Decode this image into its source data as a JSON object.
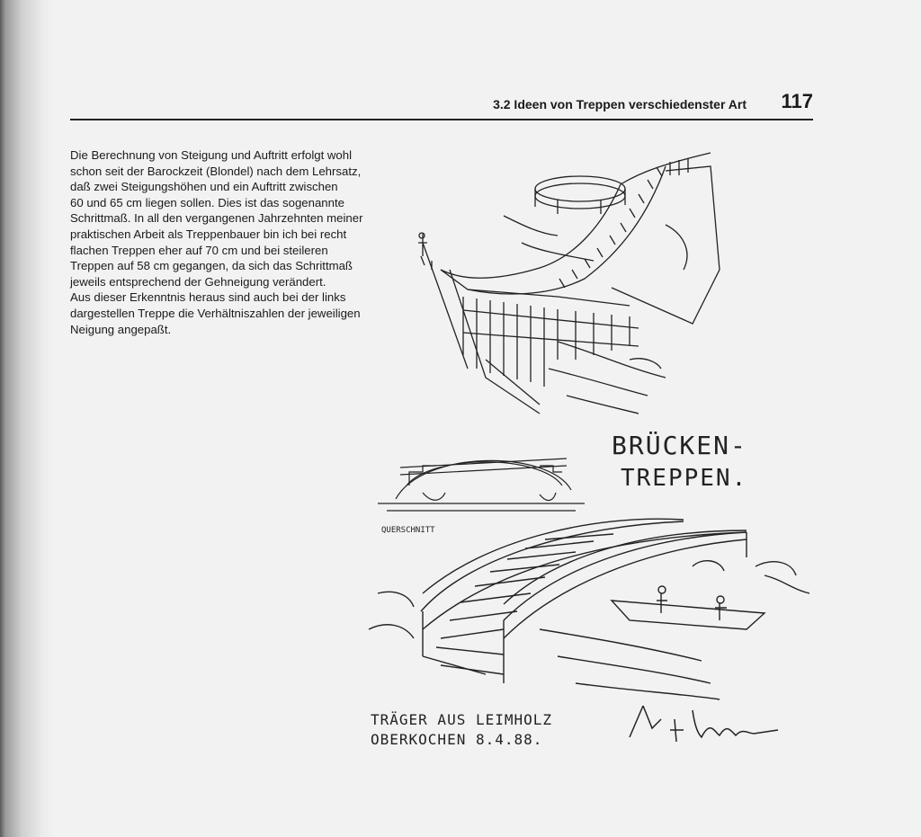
{
  "header": {
    "section_title": "3.2 Ideen von Treppen verschiedenster Art",
    "page_number": "117"
  },
  "body_text": {
    "lines": [
      "Die Berechnung von Steigung und Auftritt erfolgt wohl",
      "schon seit der Barockzeit (Blondel) nach dem Lehrsatz,",
      "daß zwei Steigungshöhen und ein Auftritt zwischen",
      "60 und 65 cm liegen sollen. Dies ist das sogenannte",
      "Schrittmaß. In all den vergangenen Jahrzehnten meiner",
      "praktischen Arbeit als Treppenbauer bin ich bei recht",
      "flachen Treppen eher auf 70 cm und bei steileren",
      "Treppen auf 58 cm gegangen, da sich das Schrittmaß",
      "jeweils entsprechend der Gehneigung verändert.",
      "Aus dieser Erkenntnis heraus sind auch bei der links",
      "dargestellen Treppe die Verhältniszahlen der jeweiligen",
      "Neigung angepaßt."
    ]
  },
  "sketch": {
    "title_line1": "BRÜCKEN-",
    "title_line2": "TREPPEN.",
    "section_label": "QUERSCHNITT",
    "caption_line1": "TRÄGER AUS LEIMHOLZ",
    "caption_line2": "OBERKOCHEN 8.4.88."
  }
}
